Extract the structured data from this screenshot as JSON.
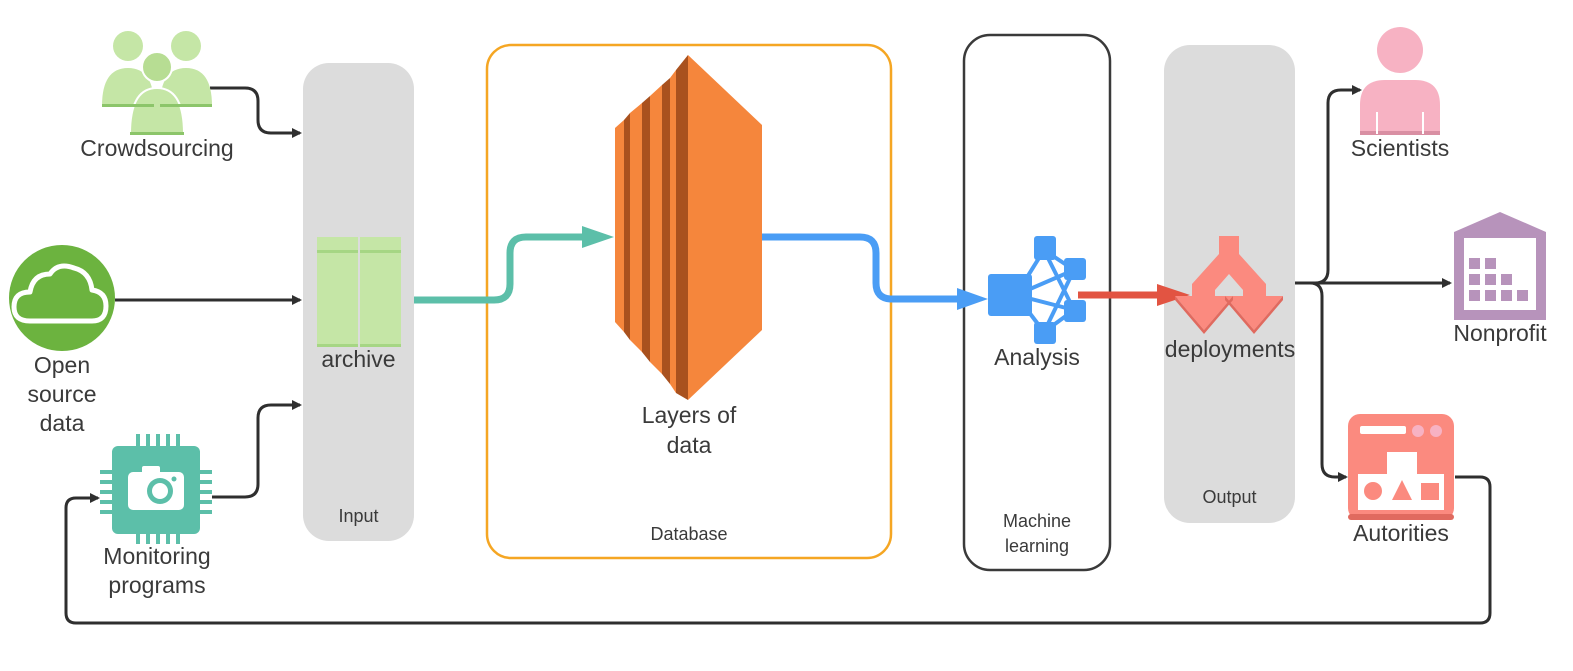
{
  "containers": {
    "input": "Input",
    "database": "Database",
    "machine_learning": [
      "Machine",
      "learning"
    ],
    "output": "Output"
  },
  "sources": {
    "crowdsourcing": "Crowdsourcing",
    "open_source_data": [
      "Open",
      "source",
      "data"
    ],
    "monitoring_programs": [
      "Monitoring",
      "programs"
    ]
  },
  "nodes": {
    "archive": "archive",
    "layers_of_data": [
      "Layers of",
      "data"
    ],
    "analysis": "Analysis",
    "deployments": "deployments"
  },
  "outputs": {
    "scientists": "Scientists",
    "nonprofit": "Nonprofit",
    "autorities": "Autorities"
  },
  "icons": {
    "crowdsourcing": "people-group-icon",
    "open_source_data": "cloud-icon",
    "monitoring_programs": "camera-chip-icon",
    "archive": "archive-icon",
    "layers_of_data": "layered-stack-icon",
    "analysis": "network-nodes-icon",
    "deployments": "split-arrows-icon",
    "scientists": "person-icon",
    "nonprofit": "building-icon",
    "autorities": "dashboard-icon"
  },
  "colors": {
    "container_gray": "#dcdcdc",
    "database_border": "#f5a623",
    "ml_border": "#3a3a3a",
    "green_light": "#c5e6a6",
    "green_cloud": "#6cb33f",
    "teal": "#5cbfa9",
    "orange": "#f5863c",
    "blue": "#4a9df5",
    "red": "#e25442",
    "salmon": "#fb8a7f",
    "pink": "#f7b2c3",
    "purple": "#b793bb",
    "dark_line": "#2f2f2f"
  }
}
